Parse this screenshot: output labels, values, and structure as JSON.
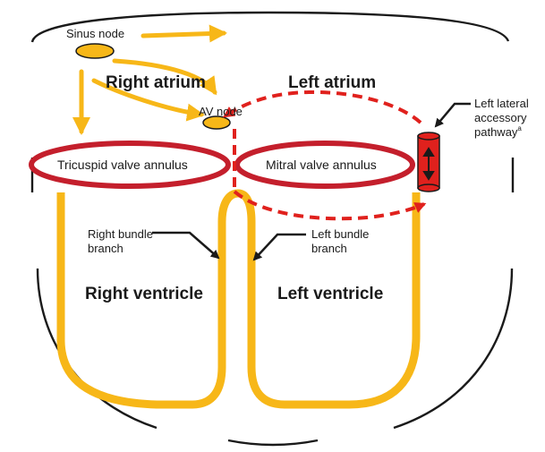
{
  "labels": {
    "sinus_node": "Sinus node",
    "right_atrium": "Right atrium",
    "left_atrium": "Left atrium",
    "av_node": "AV node",
    "tricuspid": "Tricuspid valve annulus",
    "mitral": "Mitral valve annulus",
    "accessory_line1": "Left lateral",
    "accessory_line2": "accessory",
    "accessory_line3": "pathway",
    "accessory_sup": "a",
    "right_bundle_line1": "Right bundle",
    "right_bundle_line2": "branch",
    "left_bundle_line1": "Left bundle",
    "left_bundle_line2": "branch",
    "right_ventricle": "Right ventricle",
    "left_ventricle": "Left ventricle"
  },
  "colors": {
    "conduction": "#f7b718",
    "pathway_red": "#e0211d",
    "annulus_red": "#c41f2c",
    "outline": "#1a1a1a"
  },
  "icons": {
    "pathway": "cylinder-with-double-arrow",
    "arrows": "triangle-arrowheads"
  }
}
